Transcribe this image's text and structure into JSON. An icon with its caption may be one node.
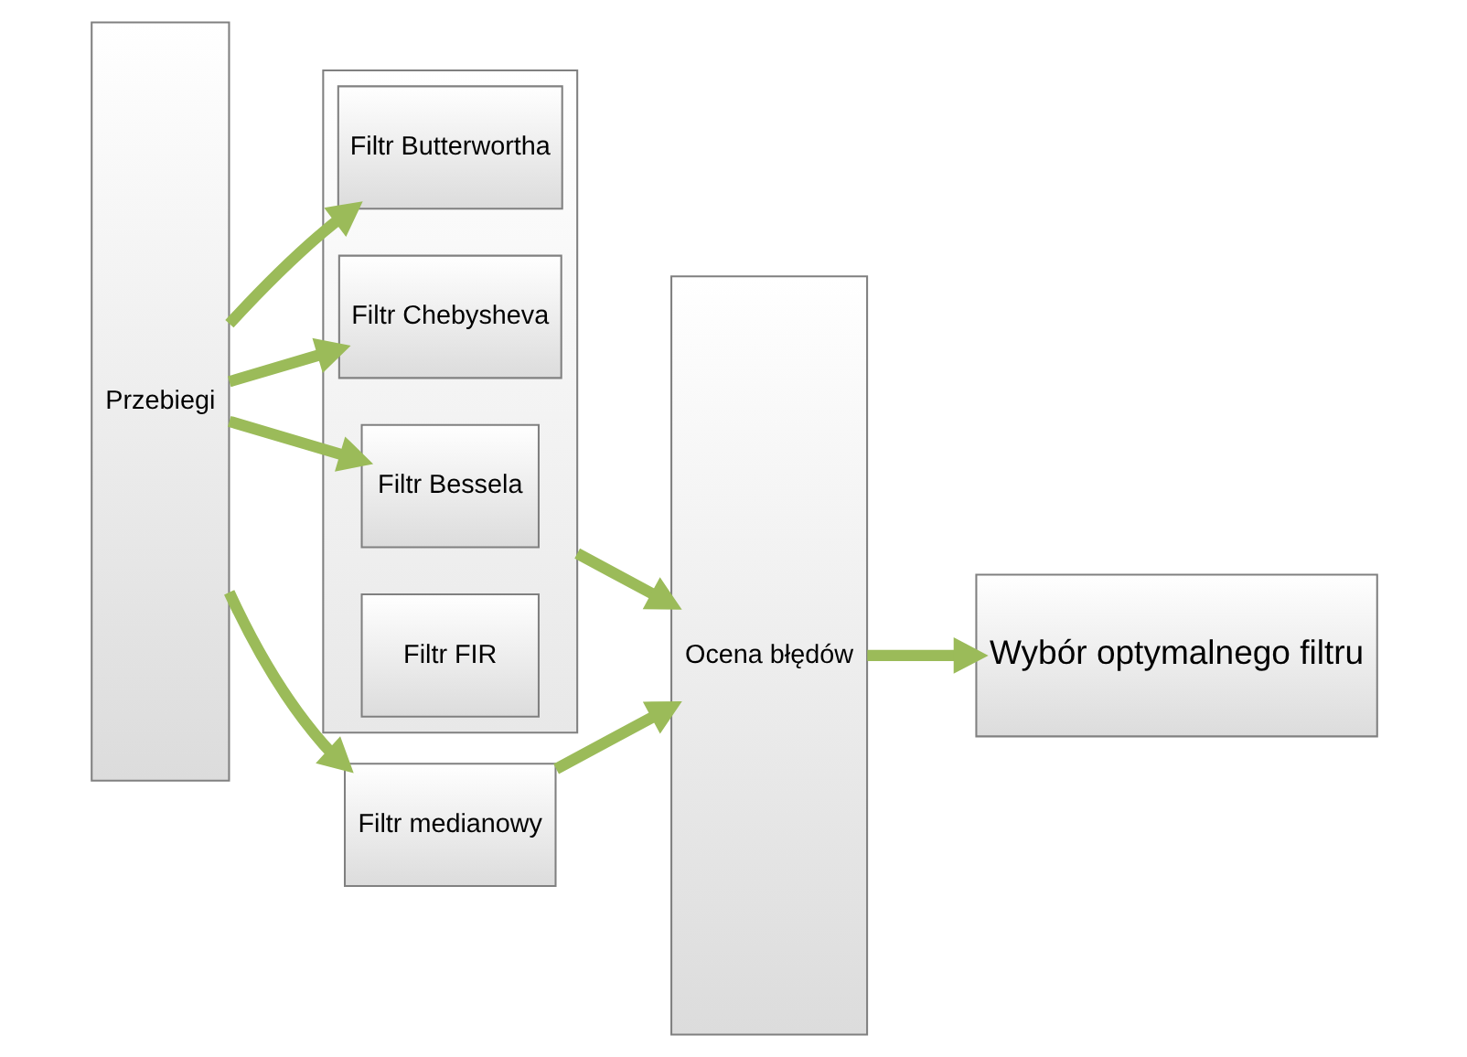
{
  "diagram": {
    "nodes": [
      {
        "text": [
          "Przebiegi"
        ]
      },
      {
        "text": [],
        "shape": "box"
      },
      {
        "text": [
          "Filtr Butterwortha"
        ],
        "in": 1
      },
      {
        "text": [
          "Filtr Chebysheva"
        ],
        "in": 1
      },
      {
        "text": [
          "Filtr Bessela"
        ],
        "in": 1
      },
      {
        "text": [
          "Filtr FIR"
        ],
        "in": 1
      },
      {
        "text": [
          "Filtr medianowy"
        ]
      },
      {
        "text": [
          "Ocena błędów"
        ]
      },
      {
        "text": [
          "Wybór optymalnego filtru"
        ]
      }
    ],
    "edges": [
      {
        "from": 0,
        "to": 2,
        "arrow": "to"
      },
      {
        "from": 0,
        "to": 3,
        "arrow": "to"
      },
      {
        "from": 0,
        "to": 4,
        "arrow": "to"
      },
      {
        "from": 0,
        "to": 6,
        "arrow": "to"
      },
      {
        "from": 1,
        "to": 7,
        "arrow": "to"
      },
      {
        "from": 6,
        "to": 7,
        "arrow": "to"
      },
      {
        "from": 7,
        "to": 8,
        "arrow": "to"
      }
    ]
  }
}
